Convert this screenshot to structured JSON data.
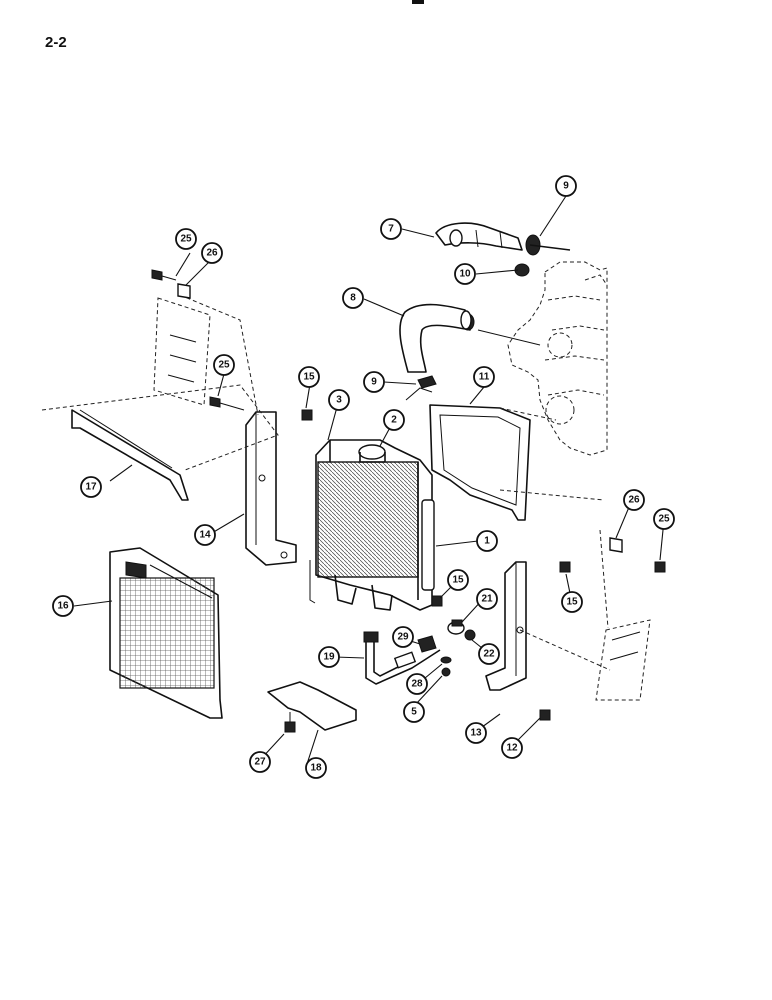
{
  "page_number": "2-2",
  "callouts": [
    {
      "label": "1"
    },
    {
      "label": "2"
    },
    {
      "label": "3"
    },
    {
      "label": "5"
    },
    {
      "label": "7"
    },
    {
      "label": "8"
    },
    {
      "label": "9"
    },
    {
      "label": "9"
    },
    {
      "label": "10"
    },
    {
      "label": "11"
    },
    {
      "label": "12"
    },
    {
      "label": "13"
    },
    {
      "label": "14"
    },
    {
      "label": "15"
    },
    {
      "label": "15"
    },
    {
      "label": "15"
    },
    {
      "label": "16"
    },
    {
      "label": "17"
    },
    {
      "label": "18"
    },
    {
      "label": "19"
    },
    {
      "label": "21"
    },
    {
      "label": "22"
    },
    {
      "label": "25"
    },
    {
      "label": "25"
    },
    {
      "label": "25"
    },
    {
      "label": "26"
    },
    {
      "label": "26"
    },
    {
      "label": "27"
    },
    {
      "label": "28"
    },
    {
      "label": "29"
    }
  ]
}
